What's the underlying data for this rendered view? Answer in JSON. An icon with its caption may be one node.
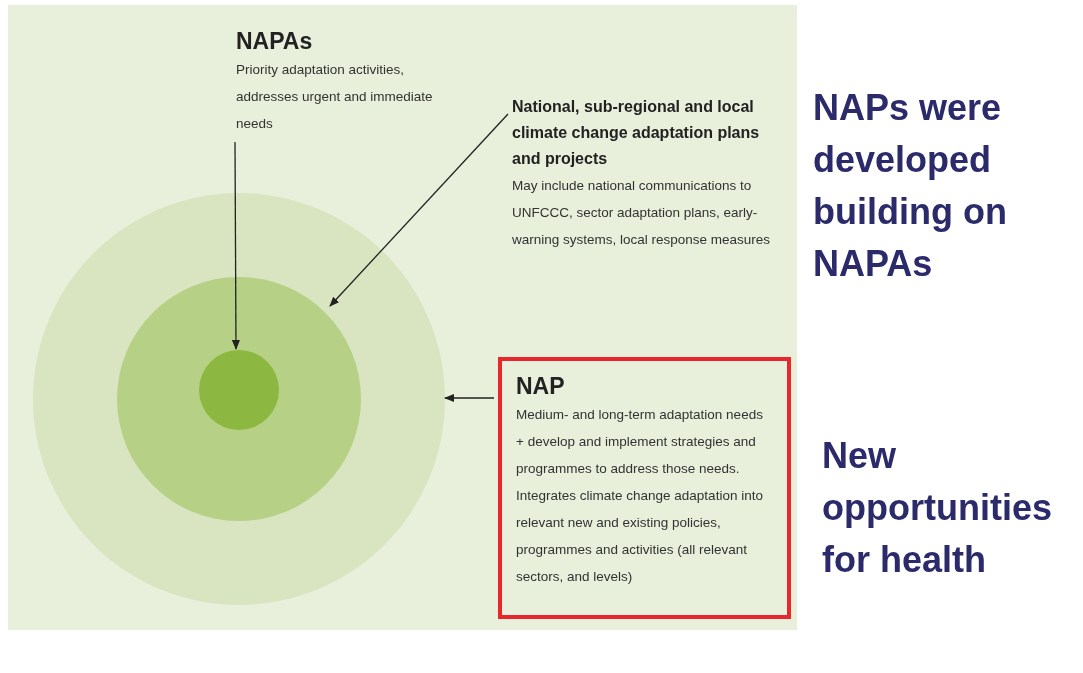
{
  "diagram": {
    "nodes": [
      {
        "text": [
          "NAPAs",
          "Priority adaptation activities, addresses urgent and immediate needs"
        ]
      },
      {
        "text": [
          "National, sub-regional and local climate change adaptation plans and projects",
          "May include national communications to UNFCCC, sector adaptation plans, early-warning systems, local response measures"
        ]
      },
      {
        "text": [
          "NAP",
          "Medium- and long-term adaptation needs + develop and implement strategies and programmes to address those needs. Integrates climate change adaptation into relevant new and existing policies, programmes and activities (all relevant sectors, and levels)"
        ]
      },
      {
        "text": [],
        "shape": "circle"
      },
      {
        "text": [],
        "shape": "circle",
        "in": 3
      },
      {
        "text": [],
        "shape": "circle",
        "in": 4
      }
    ],
    "edges": [
      {
        "from": 0,
        "to": 5,
        "arrow": "to"
      },
      {
        "from": 1,
        "to": 4,
        "arrow": "to"
      },
      {
        "from": 2,
        "to": 3,
        "arrow": "to"
      }
    ],
    "labels": [
      "NAPs were developed building on NAPAs",
      "New opportunities for health"
    ]
  }
}
